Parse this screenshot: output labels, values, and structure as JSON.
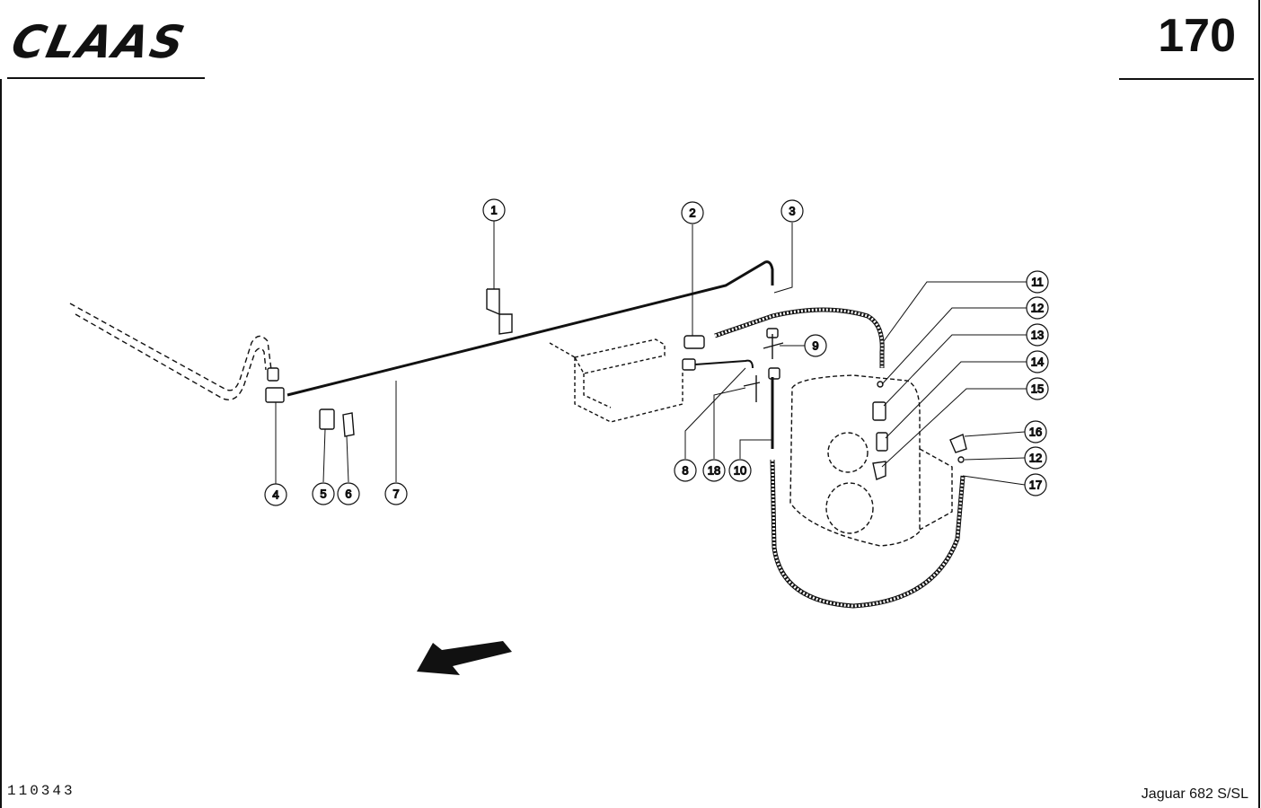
{
  "header": {
    "brand": "CLAAS",
    "page_number": "170"
  },
  "footer": {
    "drawing_number": "110343",
    "model": "Jaguar 682 S/SL"
  },
  "callouts": [
    "1",
    "2",
    "3",
    "4",
    "5",
    "6",
    "7",
    "8",
    "18",
    "10",
    "9",
    "11",
    "12",
    "13",
    "14",
    "15",
    "16",
    "12",
    "17"
  ]
}
